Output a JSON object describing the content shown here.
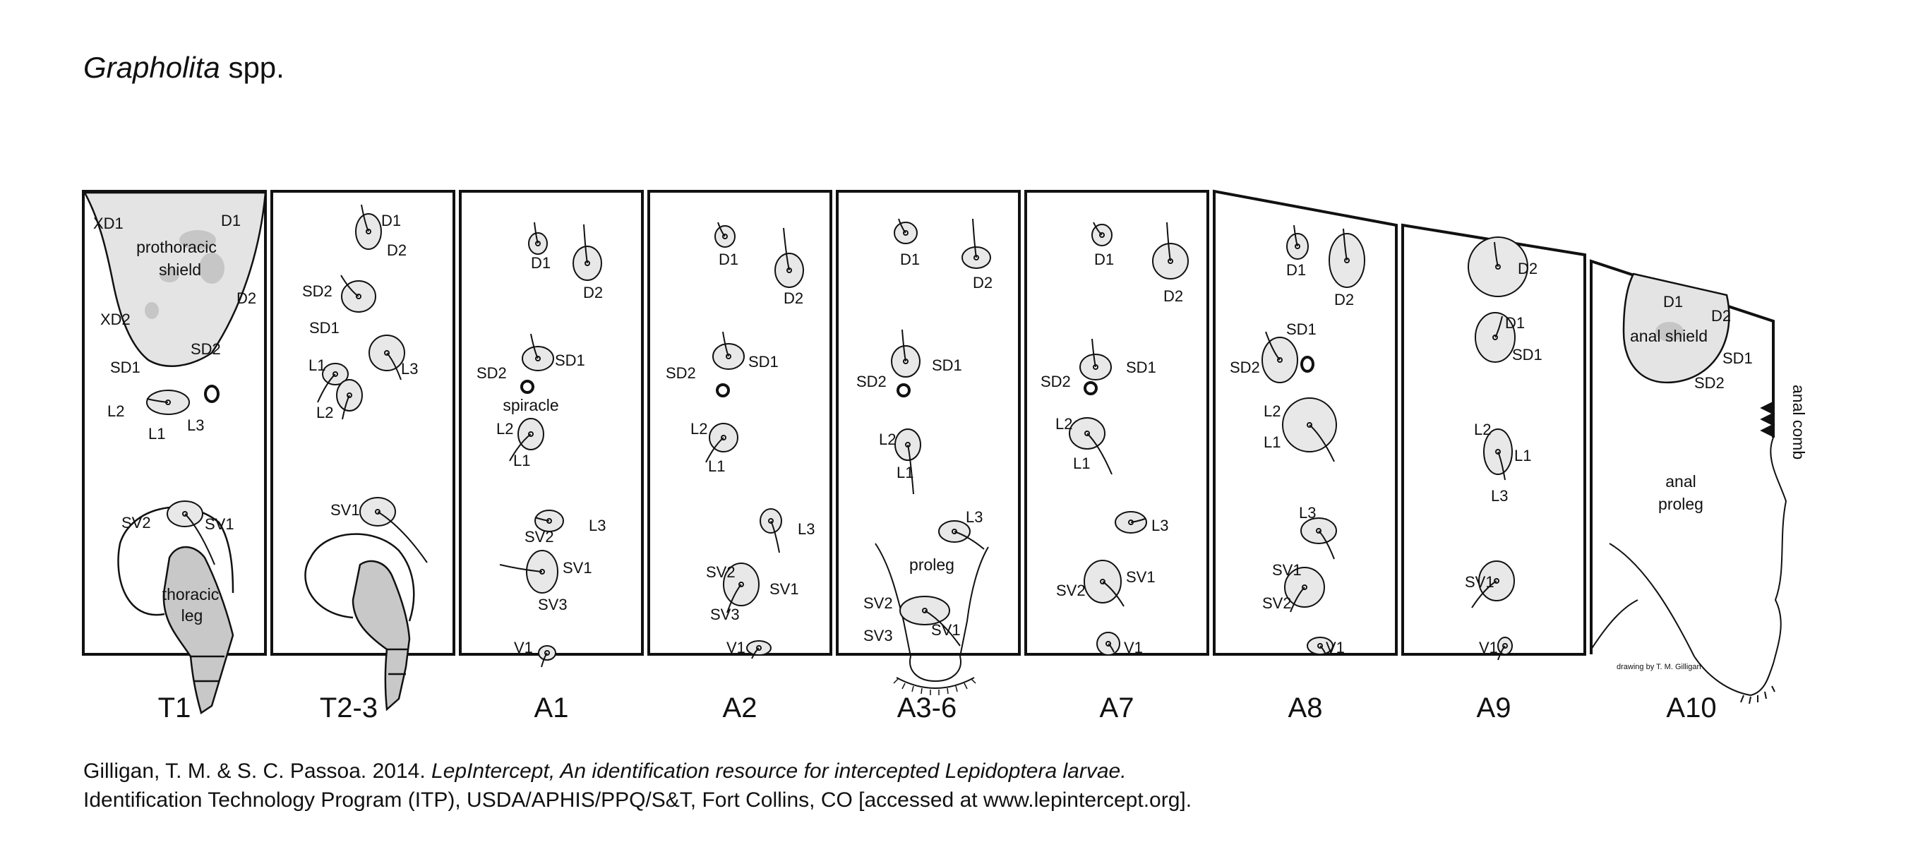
{
  "title": {
    "genus": "Grapholita",
    "suffix": "spp."
  },
  "segments": [
    "T1",
    "T2-3",
    "A1",
    "A2",
    "A3-6",
    "A7",
    "A8",
    "A9",
    "A10"
  ],
  "area_labels": {
    "prothoracic_shield": [
      "prothoracic",
      "shield"
    ],
    "thoracic_leg": [
      "thoracic",
      "leg"
    ],
    "spiracle": "spiracle",
    "proleg": "proleg",
    "anal_shield": "anal shield",
    "anal_proleg": [
      "anal",
      "proleg"
    ],
    "anal_comb": "anal comb"
  },
  "setae": {
    "T1": [
      "XD1",
      "D1",
      "D2",
      "XD2",
      "SD1",
      "SD2",
      "L2",
      "L1",
      "L3",
      "SV2",
      "SV1"
    ],
    "T2-3": [
      "D1",
      "D2",
      "SD2",
      "SD1",
      "L1",
      "L2",
      "L3",
      "SV1"
    ],
    "A1": [
      "D1",
      "D2",
      "SD2",
      "SD1",
      "L2",
      "L1",
      "L3",
      "SV2",
      "SV1",
      "SV3",
      "V1"
    ],
    "A2": [
      "D1",
      "D2",
      "SD2",
      "SD1",
      "L2",
      "L1",
      "L3",
      "SV2",
      "SV1",
      "SV3",
      "V1"
    ],
    "A3-6": [
      "D1",
      "D2",
      "SD2",
      "SD1",
      "L2",
      "L1",
      "L3",
      "SV2",
      "SV3",
      "SV1"
    ],
    "A7": [
      "D1",
      "D2",
      "SD2",
      "SD1",
      "L2",
      "L1",
      "L3",
      "SV2",
      "SV1",
      "V1"
    ],
    "A8": [
      "D1",
      "D2",
      "SD1",
      "SD2",
      "L2",
      "L1",
      "L3",
      "SV1",
      "SV2",
      "V1"
    ],
    "A9": [
      "D2",
      "D1",
      "SD1",
      "L2",
      "L1",
      "L3",
      "SV1",
      "V1"
    ],
    "A10": [
      "D1",
      "D2",
      "SD1",
      "SD2"
    ]
  },
  "credit": "drawing by T. M. Gilligan",
  "citation": {
    "authors": "Gilligan, T. M. & S. C. Passoa. 2014.",
    "work": "LepIntercept, An identification resource for intercepted Lepidoptera larvae.",
    "line2": "Identification Technology Program (ITP), USDA/APHIS/PPQ/S&T, Fort Collins, CO [accessed at www.lepintercept.org]."
  },
  "colors": {
    "stroke": "#111111",
    "shield_fill": "#e4e4e4",
    "shield_blotch": "#c6c6c6",
    "leg_fill": "#c8c8c8",
    "pinaculum_fill": "#e8e8e8"
  }
}
